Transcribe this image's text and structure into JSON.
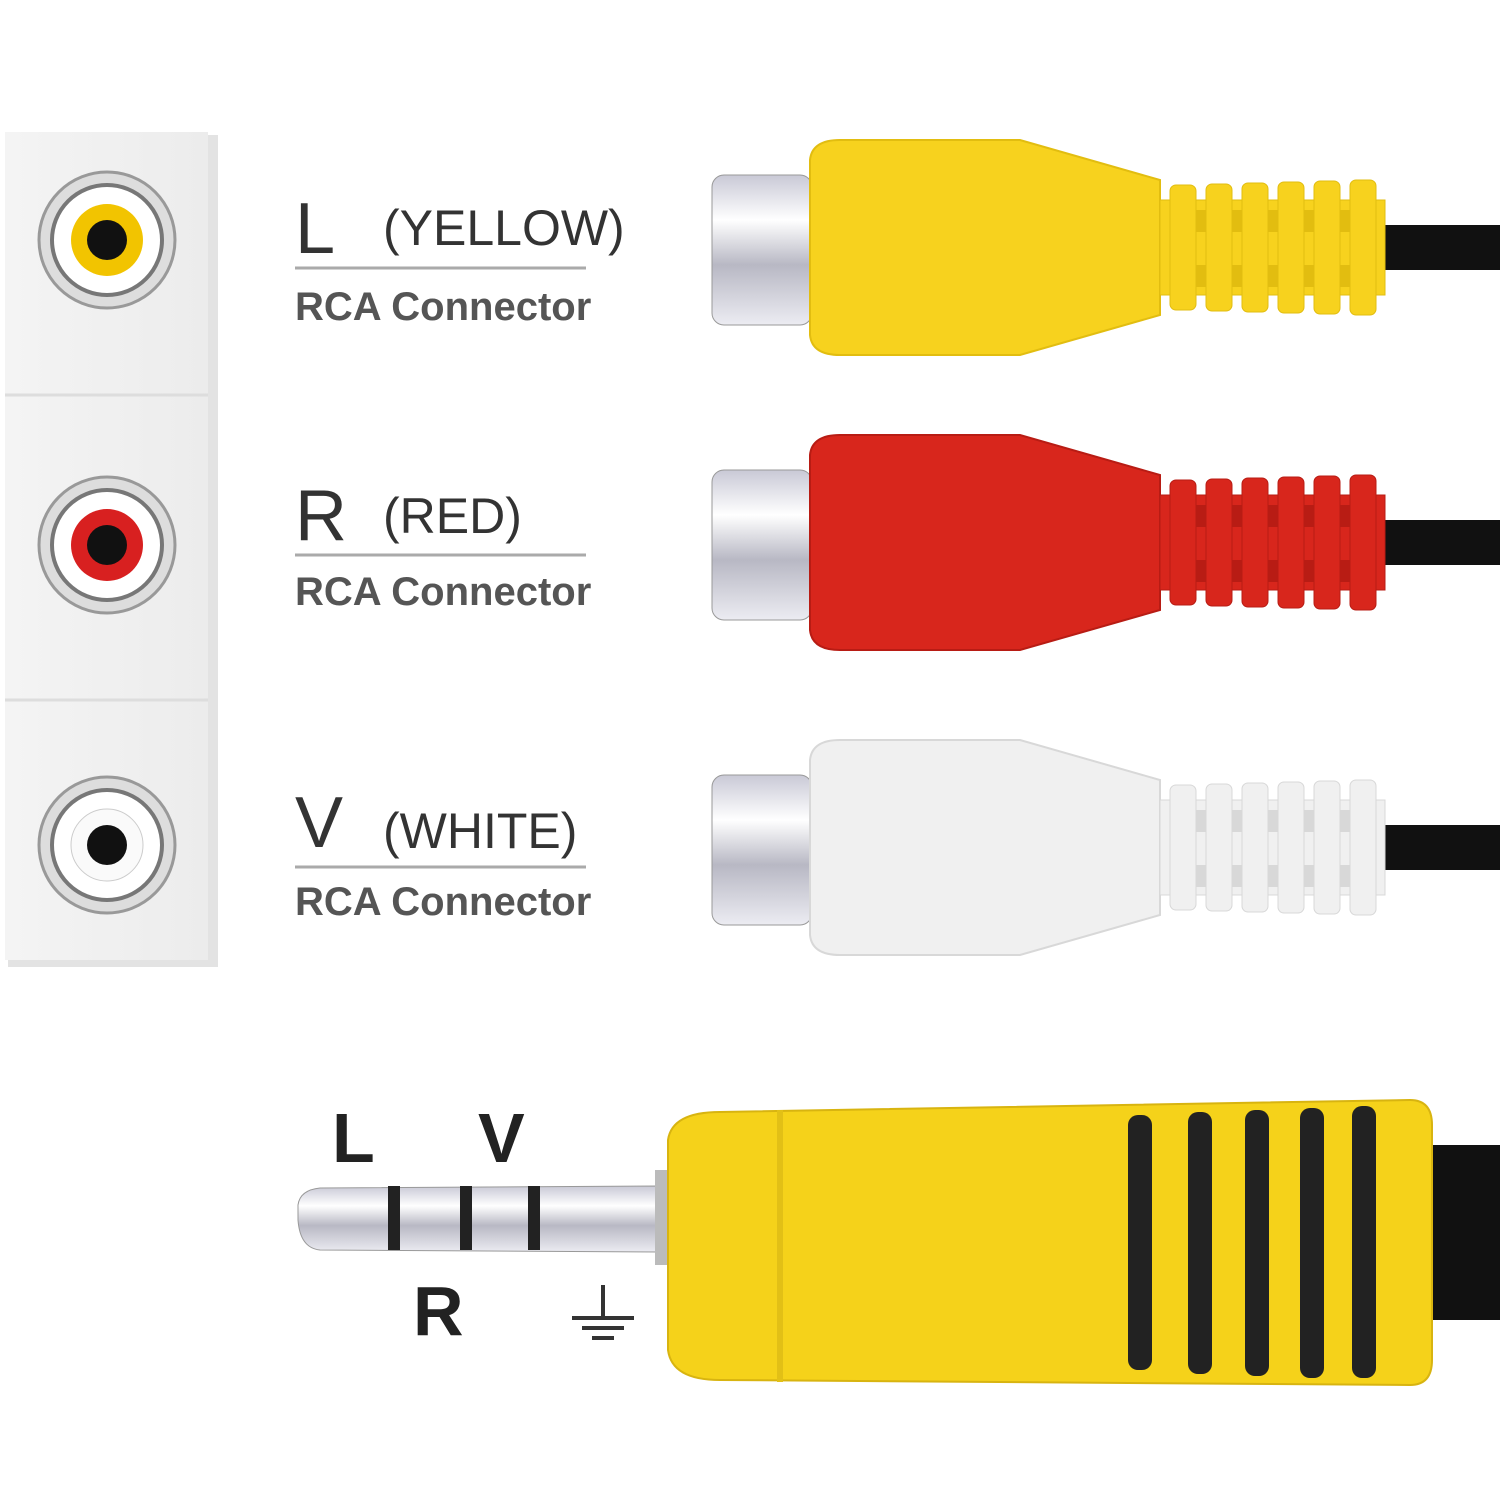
{
  "connectors": [
    {
      "channel": "L",
      "color_name": "(YELLOW)",
      "type": "RCA Connector",
      "color": "#f7d21e"
    },
    {
      "channel": "R",
      "color_name": "(RED)",
      "type": "RCA Connector",
      "color": "#d8261c"
    },
    {
      "channel": "V",
      "color_name": "(WHITE)",
      "type": "RCA Connector",
      "color": "#f0f0f0"
    }
  ],
  "plug": {
    "labels": {
      "left": "L",
      "video": "V",
      "right": "R"
    },
    "ground_icon": "ground-symbol",
    "color": "#f5d21a"
  }
}
